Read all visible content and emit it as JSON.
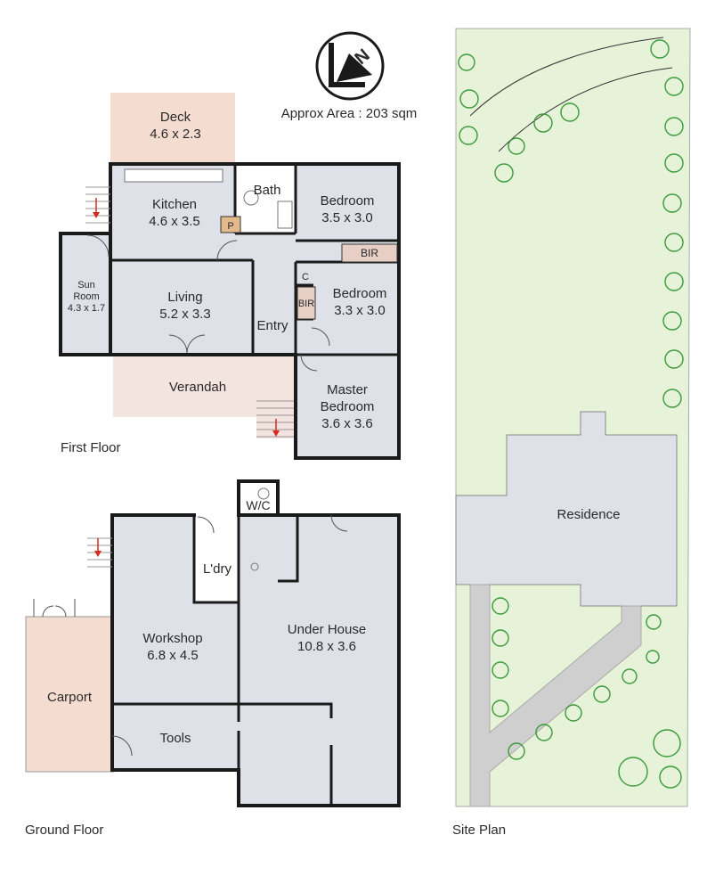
{
  "title": "Approx Area : 203 sqm",
  "compass": {
    "letter": "N",
    "icon": "north-arrow-icon"
  },
  "first_floor": {
    "caption": "First Floor",
    "rooms": {
      "deck": {
        "name": "Deck",
        "dims": "4.6 x 2.3"
      },
      "kitchen": {
        "name": "Kitchen",
        "dims": "4.6 x 3.5"
      },
      "bath": {
        "name": "Bath"
      },
      "bedroom1": {
        "name": "Bedroom",
        "dims": "3.5 x 3.0"
      },
      "bir1": "BIR",
      "pantry": "P",
      "sun_room": {
        "line1": "Sun",
        "line2": "Room",
        "dims": "4.3 x 1.7"
      },
      "living": {
        "name": "Living",
        "dims": "5.2 x 3.3"
      },
      "cupboard": "C",
      "bir2": "BIR",
      "bedroom2": {
        "name": "Bedroom",
        "dims": "3.3 x 3.0"
      },
      "entry": "Entry",
      "verandah": "Verandah",
      "master": {
        "line1": "Master",
        "line2": "Bedroom",
        "dims": "3.6 x 3.6"
      }
    }
  },
  "ground_floor": {
    "caption": "Ground Floor",
    "rooms": {
      "wc": "W/C",
      "laundry": "L'dry",
      "workshop": {
        "name": "Workshop",
        "dims": "6.8 x 4.5"
      },
      "under_house": {
        "name": "Under House",
        "dims": "10.8 x 3.6"
      },
      "carport": "Carport",
      "tools": "Tools"
    }
  },
  "site_plan": {
    "caption": "Site Plan",
    "residence": "Residence"
  },
  "colors": {
    "room_fill": "#dfe1e9",
    "deck_fill": "#f4ddd0",
    "verandah_fill": "#f4e4e0",
    "site_lawn": "#e7f3d8",
    "path_fill": "#cfcfcf",
    "tree_stroke": "#3a9a3a",
    "stair_arrow": "#d52b1e"
  }
}
